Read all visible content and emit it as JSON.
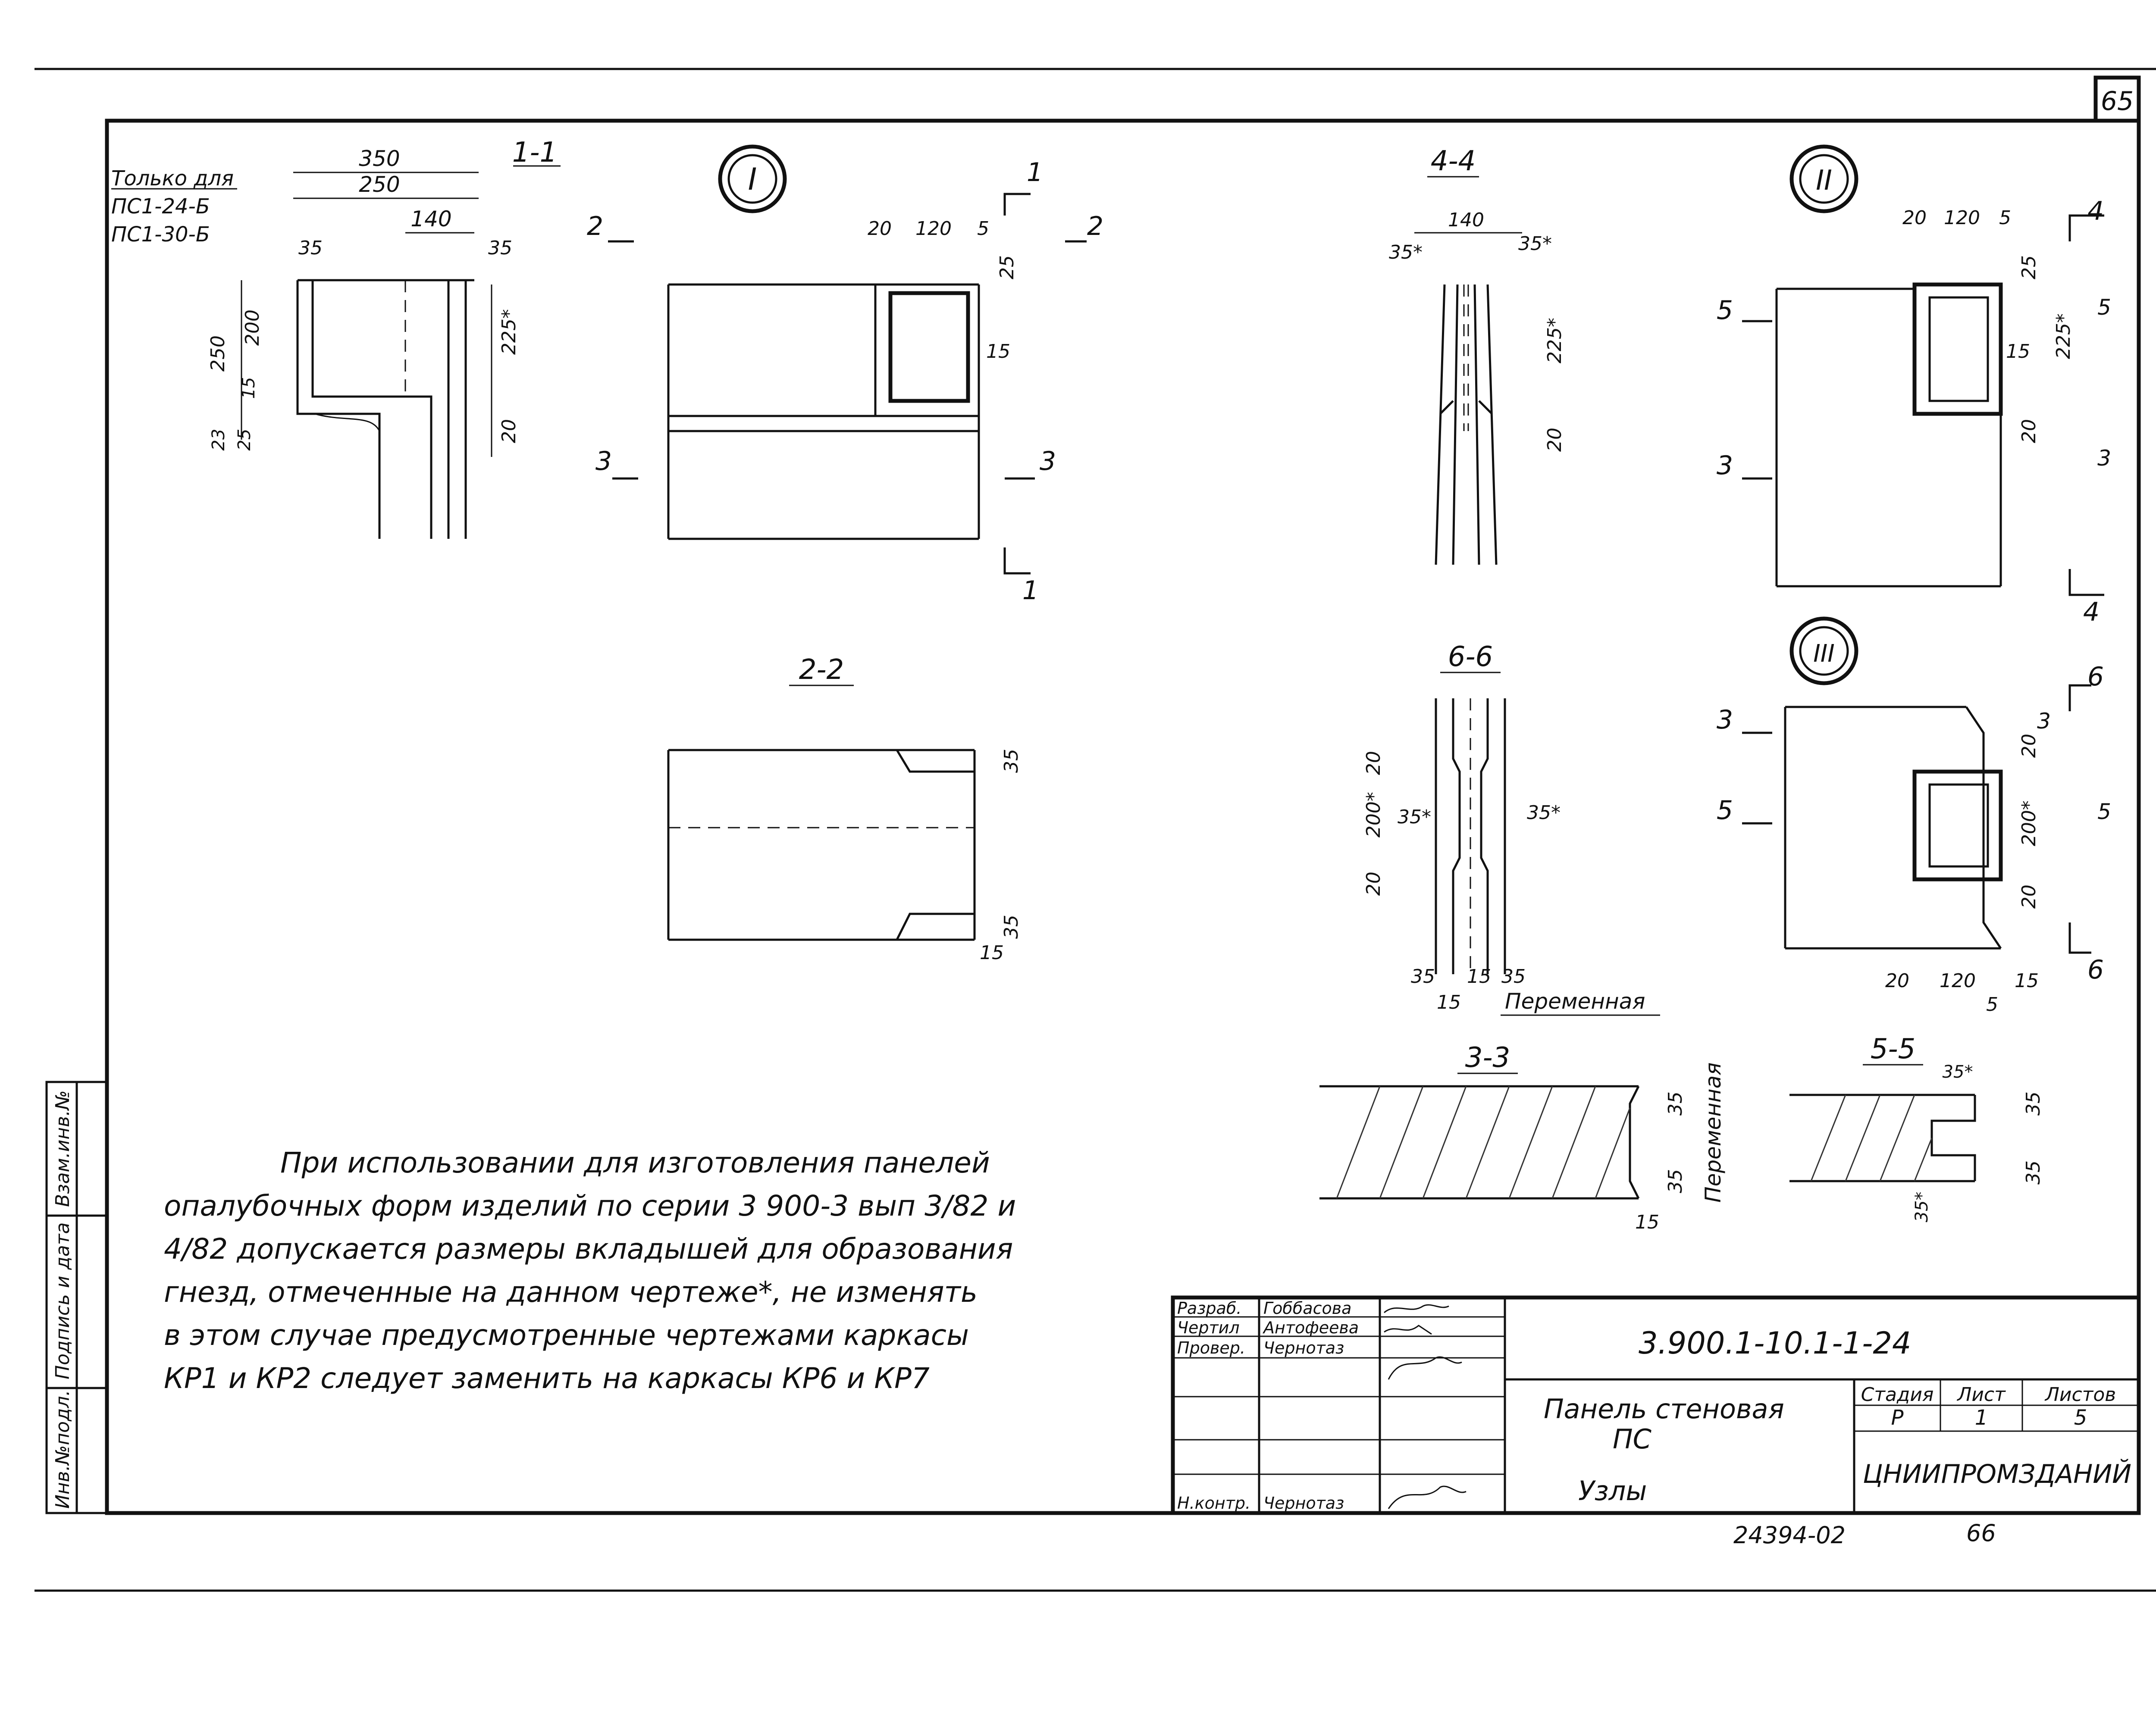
{
  "page_number": "65",
  "note_top_left": {
    "line1": "Только для",
    "line2": "ПС1-24-Б",
    "line3": "ПС1-30-Б"
  },
  "section_labels": {
    "s11": "1-1",
    "s22": "2-2",
    "s33": "3-3",
    "s44": "4-4",
    "s55": "5-5",
    "s66": "6-6"
  },
  "node_labels": {
    "n1": "I",
    "n2": "II",
    "n3": "III"
  },
  "cut_marks": {
    "c1": "1",
    "c2": "2",
    "c3": "3",
    "c4": "4",
    "c5": "5",
    "c6": "6"
  },
  "dimensions": {
    "d350": "350",
    "d250": "250",
    "d140": "140",
    "d35": "35",
    "d35s": "35*",
    "d200": "200",
    "d200s": "200*",
    "d225s": "225*",
    "d20": "20",
    "d15": "15",
    "d25": "25",
    "d120": "120",
    "d5": "5",
    "d250v": "250",
    "d23": "23"
  },
  "variable_label": "Переменная",
  "note_text": [
    "При использовании для изготовления панелей",
    "опалубочных форм изделий по серии 3 900-3 вып 3/82 и",
    "4/82 допускается размеры вкладышей для образования",
    "гнезд, отмеченные на данном чертеже*, не изменять",
    "в этом случае предусмотренные чертежами каркасы",
    "КР1 и КР2 следует заменить на каркасы КР6 и КР7"
  ],
  "left_strip": {
    "inv_no": "Инв.№подл.",
    "sign_date": "Подпись и дата",
    "replace_inv": "Взам.инв.№"
  },
  "title_block": {
    "roles": [
      "Разраб.",
      "Чертил",
      "Провер.",
      "",
      "",
      "Н.контр."
    ],
    "names": [
      "Гоббасова",
      "Антофеева",
      "Чернотаз",
      "",
      "",
      "Чернотаз"
    ],
    "code": "3.900.1-10.1-1-24",
    "title_line1": "Панель стеновая",
    "title_line2": "ПС",
    "title_line3": "Узлы",
    "stage_label": "Стадия",
    "sheet_label": "Лист",
    "sheets_label": "Листов",
    "stage": "Р",
    "sheet": "1",
    "sheets": "5",
    "org": "ЦНИИПРОМЗДАНИЙ"
  },
  "footer": {
    "archive_no": "24394-02",
    "page": "66"
  }
}
